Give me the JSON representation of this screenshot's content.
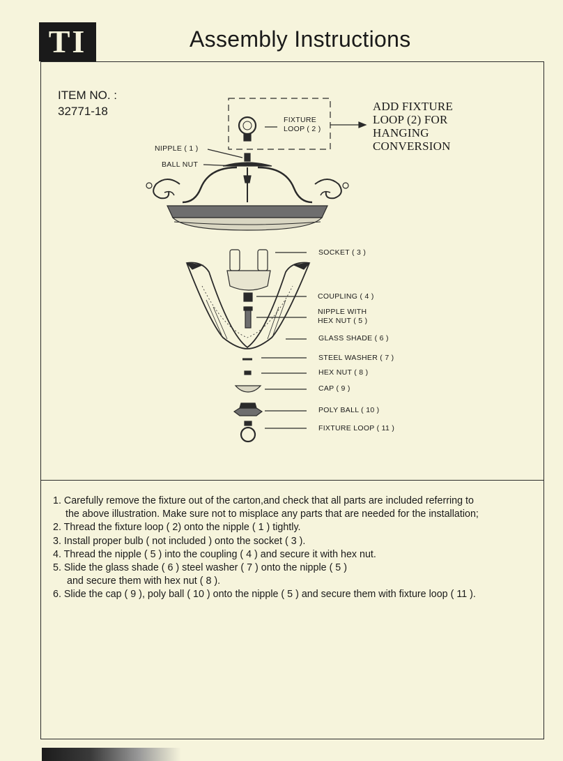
{
  "header": {
    "logo_text": "TI",
    "title": "Assembly  Instructions"
  },
  "item": {
    "label": "ITEM NO. :",
    "number": "32771-18"
  },
  "hanging_note": {
    "lines": [
      "ADD  FIXTURE",
      "LOOP (2)  FOR",
      "HANGING",
      "CONVERSION"
    ]
  },
  "parts": {
    "fixture_loop_2_line1": "FIXTURE",
    "fixture_loop_2_line2": "LOOP  ( 2 )",
    "nipple_1": "NIPPLE  ( 1 )",
    "ball_nut": "BALL NUT",
    "socket": "SOCKET ( 3 )",
    "coupling": "COUPLING ( 4 )",
    "nipple_hex_line1": "NIPPLE  WITH",
    "nipple_hex_line2": "HEX NUT ( 5 )",
    "glass_shade": "GLASS SHADE  ( 6 )",
    "steel_washer": "STEEL WASHER ( 7 )",
    "hex_nut": "HEX NUT ( 8 )",
    "cap": "CAP ( 9 )",
    "poly_ball": "POLY  BALL ( 10 )",
    "fixture_loop_11": "FIXTURE  LOOP ( 11 )"
  },
  "steps": {
    "s1a": "1. Carefully remove the fixture out of the carton,and check that all parts are included referring to",
    "s1b": "the above illustration. Make sure not to misplace any parts that are needed for the installation;",
    "s2": "2. Thread the fixture loop ( 2) onto the nipple ( 1 ) tightly.",
    "s3": "3. Install proper bulb ( not included ) onto the socket ( 3 ).",
    "s4": "4. Thread the nipple ( 5 ) into the coupling ( 4 ) and secure it with hex nut.",
    "s5a": "5. Slide the glass shade ( 6 ) steel washer ( 7 ) onto the nipple ( 5 )",
    "s5b": "and secure them with hex nut ( 8 ).",
    "s6": "6. Slide the  cap ( 9 ), poly ball ( 10 ) onto the nipple ( 5 ) and secure them with fixture loop ( 11 )."
  }
}
